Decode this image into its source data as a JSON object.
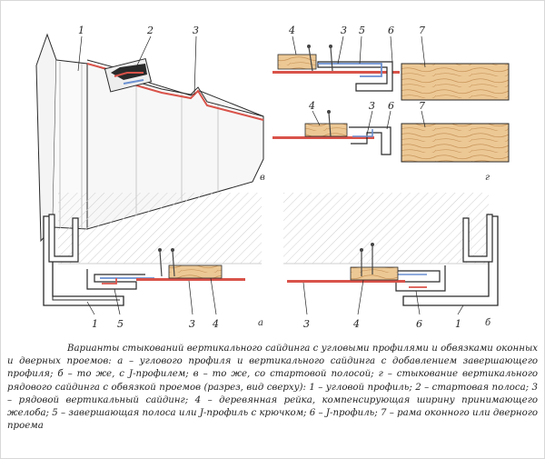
{
  "labels": {
    "v": {
      "n1": "1",
      "n2": "2",
      "n3": "3",
      "letter": "в"
    },
    "g": {
      "n4a": "4",
      "n3a": "3",
      "n5": "5",
      "n6a": "6",
      "n7a": "7",
      "n4b": "4",
      "n3b": "3",
      "n6b": "6",
      "n7b": "7",
      "letter": "г"
    },
    "a": {
      "n1": "1",
      "n5": "5",
      "n3": "3",
      "n4": "4",
      "letter": "а"
    },
    "b": {
      "n3": "3",
      "n4": "4",
      "n6": "6",
      "n1": "1",
      "letter": "б"
    }
  },
  "caption": "Варианты стыкований вертикального сайдинга с угловыми профилями и обвязками оконных и дверных проемов: а – углового профиля и вертикального сайдинга с добавлением завершающего профиля; б – то же, с J-профилем; в – то же, со стартовой полосой; г – стыкование вертикального рядового сайдинга с обвязкой проемов (разрез, вид сверху): 1 – угловой профиль; 2 – стартовая полоса; 3 – рядовой вертикальный сайдинг; 4 – деревянная рейка, компенсирующая ширину принимающего желоба; 5 – завершающая полоса или J-профиль с крючком; 6 – J-профиль; 7 – рама оконного или дверного проема",
  "colors": {
    "outline": "#2a2a2a",
    "siding_red": "#d9534a",
    "strip_blue": "#6a8fd0",
    "wood": "#e8c79a",
    "hatch": "#c8c8c8"
  }
}
